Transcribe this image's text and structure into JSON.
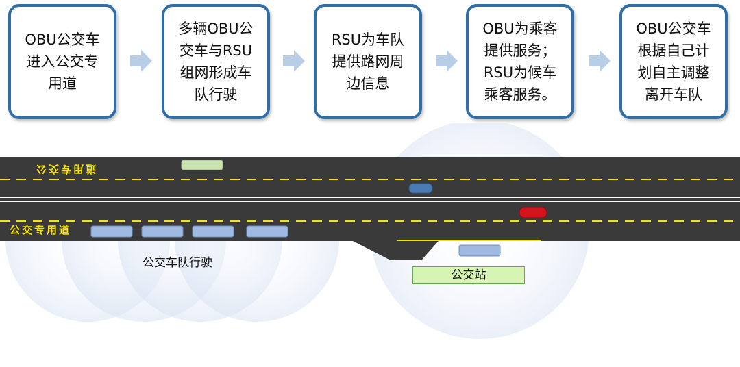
{
  "steps": [
    {
      "lines": [
        "OBU公交车",
        "进入公交专",
        "用道"
      ]
    },
    {
      "lines": [
        "多辆OBU公",
        "交车与RSU",
        "组网形成车",
        "队行驶"
      ]
    },
    {
      "lines": [
        "RSU为车队",
        "提供路网周",
        "边信息"
      ]
    },
    {
      "lines": [
        "OBU为乘客",
        "提供服务；",
        "RSU为候车",
        "乘客服务。"
      ]
    },
    {
      "lines": [
        "OBU公交车",
        "根据自己计",
        "划自主调整",
        "离开车队"
      ]
    }
  ],
  "road": {
    "top_lane_label": "道用专交公",
    "bottom_lane_label": "公交专用道",
    "platoon_label": "公交车队行驶",
    "station_label": "公交站"
  },
  "colors": {
    "box_border": "#2f6fa7",
    "arrow": "#b8cde6",
    "road": "#3a3a3a",
    "lane_dash": "#f5e400",
    "bus": "#9fb9e0",
    "red_car": "#d4141c",
    "blue_car": "#4a7ab0",
    "station_fill": "#d6f5b5"
  }
}
